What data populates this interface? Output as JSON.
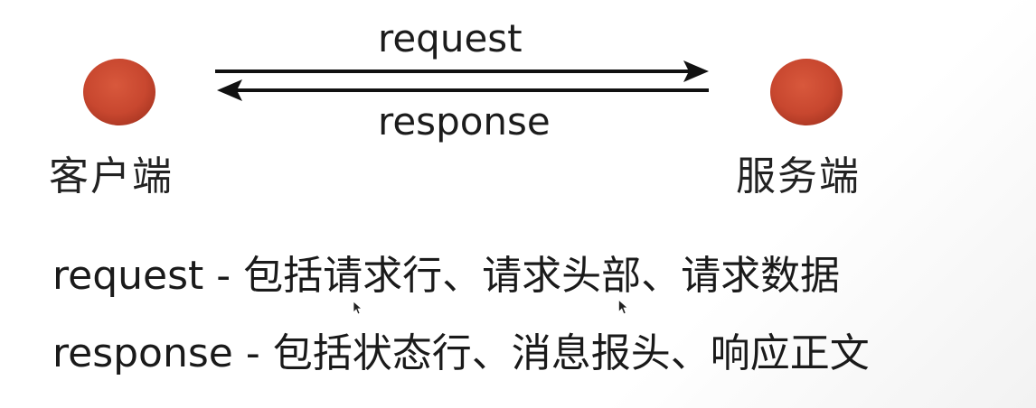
{
  "diagram": {
    "client_label": "客户端",
    "server_label": "服务端",
    "request_label": "request",
    "response_label": "response",
    "node_color": "#c8472f",
    "arrow_color": "#111111"
  },
  "notes": {
    "line1": "request - 包括请求行、请求头部、请求数据",
    "line2": "response - 包括状态行、消息报头、响应正文"
  }
}
